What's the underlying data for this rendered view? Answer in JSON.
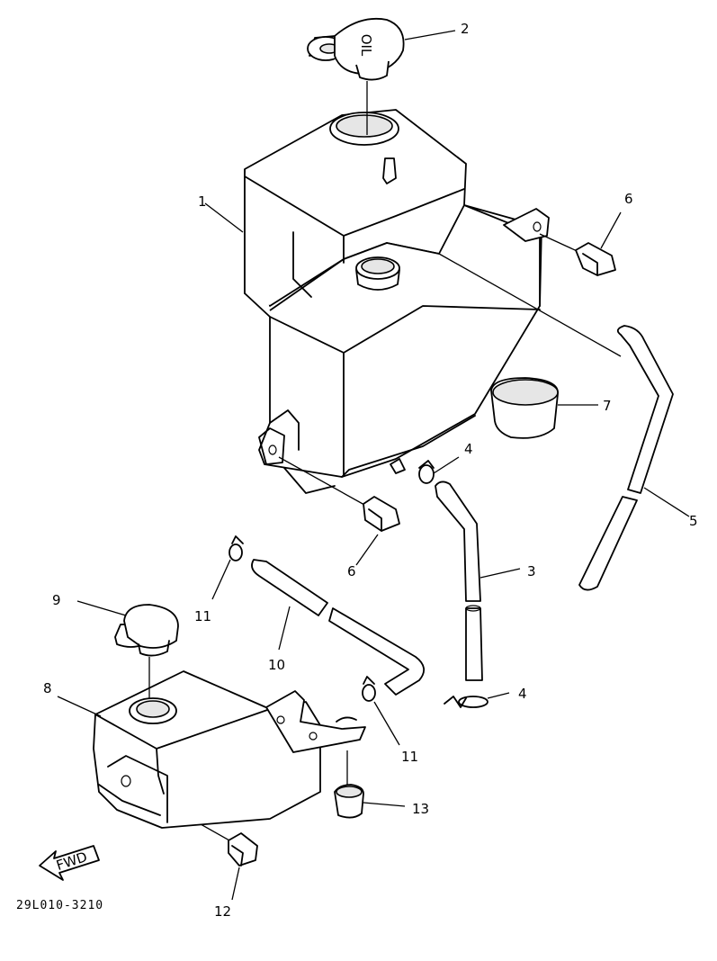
{
  "diagram": {
    "callouts": [
      {
        "id": "c1",
        "label": "1"
      },
      {
        "id": "c2",
        "label": "2"
      },
      {
        "id": "c3",
        "label": "3"
      },
      {
        "id": "c4a",
        "label": "4"
      },
      {
        "id": "c4b",
        "label": "4"
      },
      {
        "id": "c5",
        "label": "5"
      },
      {
        "id": "c6a",
        "label": "6"
      },
      {
        "id": "c6b",
        "label": "6"
      },
      {
        "id": "c7",
        "label": "7"
      },
      {
        "id": "c8",
        "label": "8"
      },
      {
        "id": "c9",
        "label": "9"
      },
      {
        "id": "c10",
        "label": "10"
      },
      {
        "id": "c11a",
        "label": "11"
      },
      {
        "id": "c11b",
        "label": "11"
      },
      {
        "id": "c12",
        "label": "12"
      },
      {
        "id": "c13",
        "label": "13"
      }
    ],
    "cap_marking": "OIL",
    "direction_arrow_label": "FWD",
    "drawing_code": "29L010-3210"
  }
}
